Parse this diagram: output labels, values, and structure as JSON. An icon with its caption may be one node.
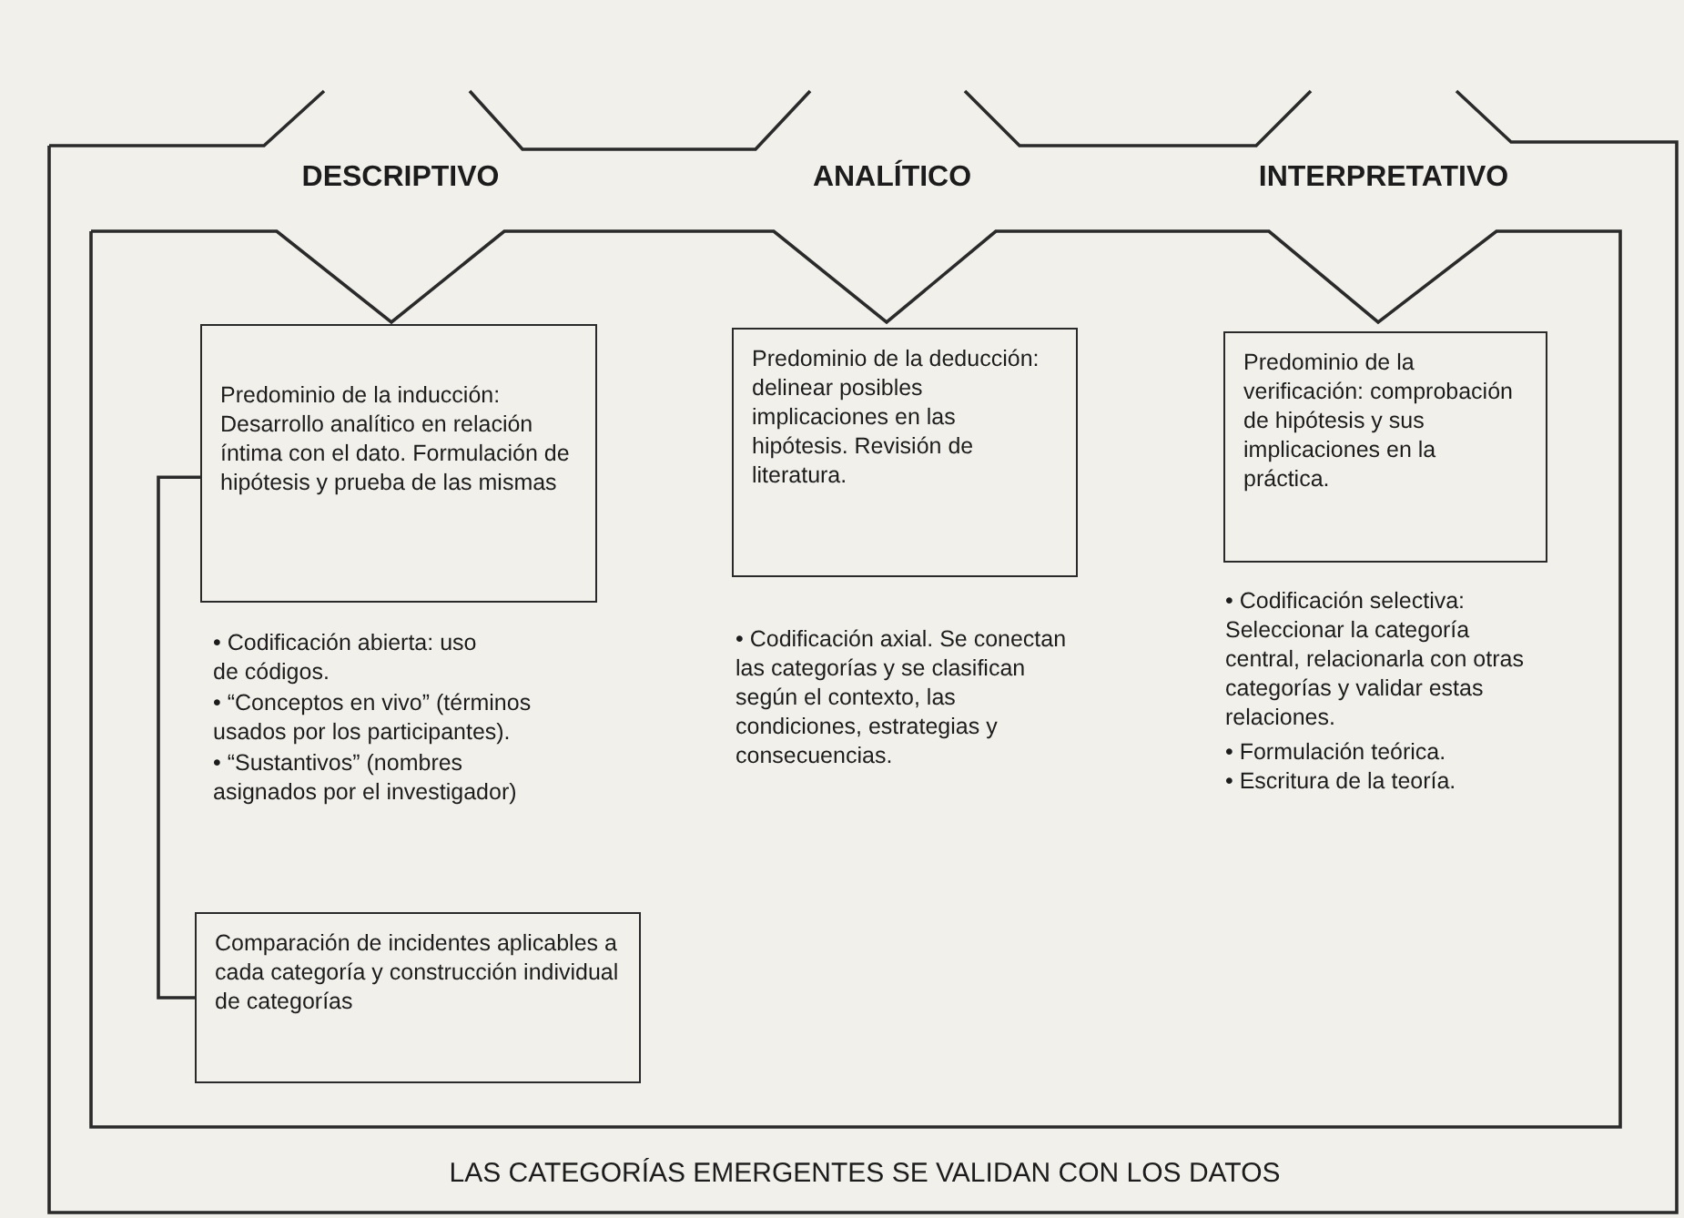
{
  "diagram": {
    "nodes": [
      {
        "text": [
          "LAS CATEGORÍAS EMERGENTES SE VALIDAN CON LOS DATOS"
        ]
      },
      {
        "text": [],
        "shape": "box",
        "in": 0
      },
      {
        "text": [
          "Predominio de la inducción: Desarrollo analítico en relación íntima con el dato. Formulación de hipótesis y prueba de las mismas"
        ],
        "in": 1
      },
      {
        "text": [
          "Predominio de la deducción: delinear posibles implicaciones en las hipótesis. Revisión de literatura."
        ],
        "in": 1
      },
      {
        "text": [
          "Predominio de la verificación: comprobación de hipótesis y sus implicaciones en la práctica."
        ],
        "in": 1
      },
      {
        "text": [
          "Comparación de incidentes aplicables a cada categoría y construcción individual de categorías"
        ],
        "in": 1
      }
    ],
    "edges": [
      {
        "from": 2,
        "to": 5,
        "arrow": "none"
      }
    ],
    "labels": [
      "DESCRIPTIVO",
      "ANALÍTICO",
      "INTERPRETATIVO",
      "• Codificación abierta: uso de códigos.",
      "• “Conceptos en vivo” (términos usados por los participantes).",
      "• “Sustantivos” (nombres asignados por el investigador)",
      "• Codificación axial. Se conectan las categorías y se clasifican según el contexto, las condiciones, estrategias y consecuencias.",
      "• Codificación selectiva: Seleccionar la categoría central, relacionarla con otras categorías y validar estas relaciones.",
      "• Formulación teórica.",
      "• Escritura de la teoría."
    ]
  }
}
